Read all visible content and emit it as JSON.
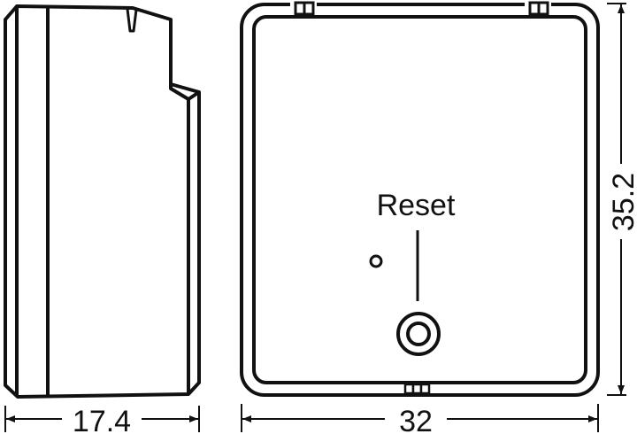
{
  "labels": {
    "reset": "Reset",
    "depth": "17.4",
    "width": "32",
    "height": "35.2"
  },
  "colors": {
    "line": "#111111",
    "background": "#ffffff"
  }
}
